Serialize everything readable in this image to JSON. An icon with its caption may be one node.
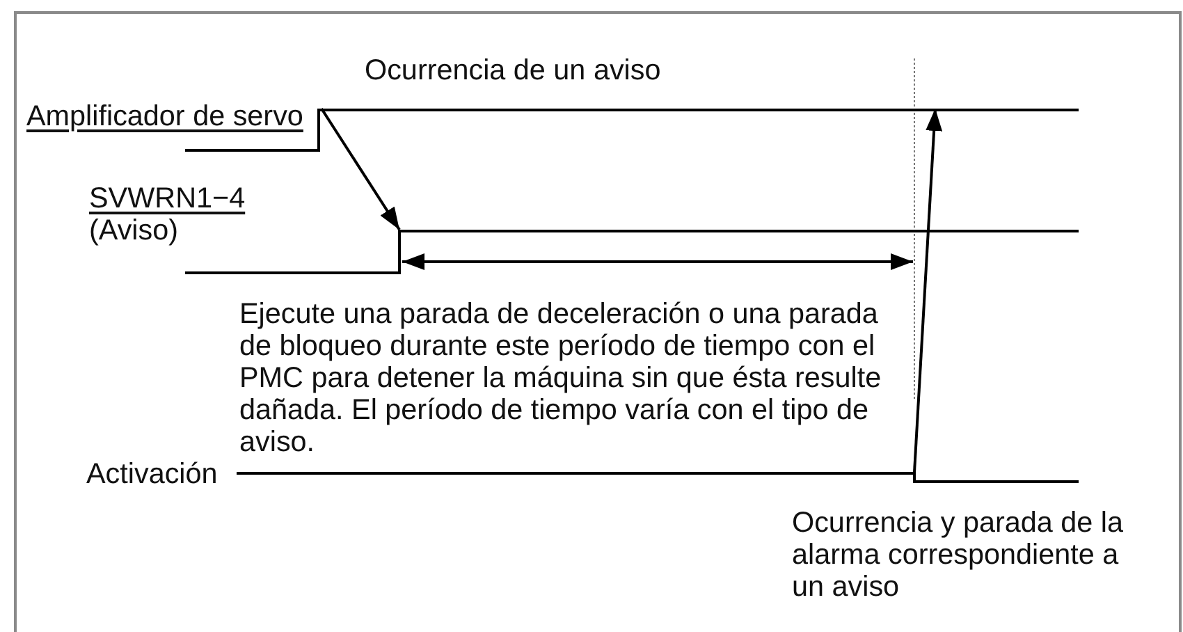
{
  "diagram": {
    "nodes": [
      {
        "text": [
          "Ocurrencia de un aviso"
        ]
      },
      {
        "text": [
          "Amplificador de servo"
        ]
      },
      {
        "text": [
          "SVWRN1−4",
          "(Aviso)"
        ]
      },
      {
        "text": [
          "Ejecute una parada de deceleración o una parada de bloqueo durante este período de tiempo con el PMC para detener la máquina sin que ésta resulte dañada. El período de tiempo varía con el tipo de aviso."
        ]
      },
      {
        "text": [
          "Activación"
        ]
      },
      {
        "text": [
          "Ocurrencia y parada de la alarma correspondiente a un aviso"
        ]
      },
      {
        "text": [],
        "shape": "line"
      },
      {
        "text": [],
        "shape": "line"
      },
      {
        "text": [],
        "shape": "line"
      }
    ],
    "edges": [
      {
        "from": 6,
        "to": 7,
        "arrow": "to"
      },
      {
        "from": 8,
        "to": 6,
        "arrow": "to"
      }
    ]
  }
}
